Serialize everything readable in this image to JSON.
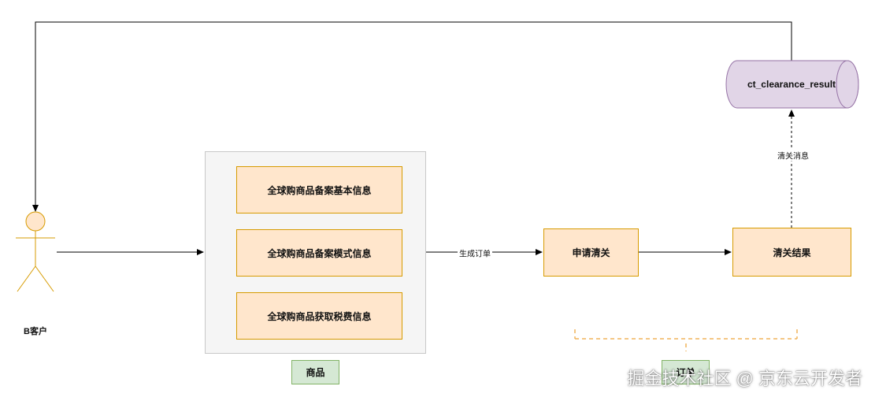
{
  "actor": {
    "label": "B客户"
  },
  "product_group": {
    "label": "商品",
    "items": [
      "全球购商品备案基本信息",
      "全球购商品备案模式信息",
      "全球购商品获取税费信息"
    ]
  },
  "edges": {
    "generate_order": "生成订单",
    "clearance_message": "清关消息"
  },
  "nodes": {
    "apply_clearance": "申请清关",
    "clearance_result": "清关结果",
    "result_table": "ct_clearance_result",
    "order_label": "订单"
  },
  "watermark": "掘金技术社区 @ 京东云开发者",
  "colors": {
    "process_fill": "#ffe6cc",
    "process_stroke": "#d79b00",
    "label_fill": "#d5e8d4",
    "label_stroke": "#82b366",
    "group_fill": "#f5f5f5",
    "cylinder_fill": "#e1d5e7",
    "cylinder_stroke": "#9673a6"
  }
}
